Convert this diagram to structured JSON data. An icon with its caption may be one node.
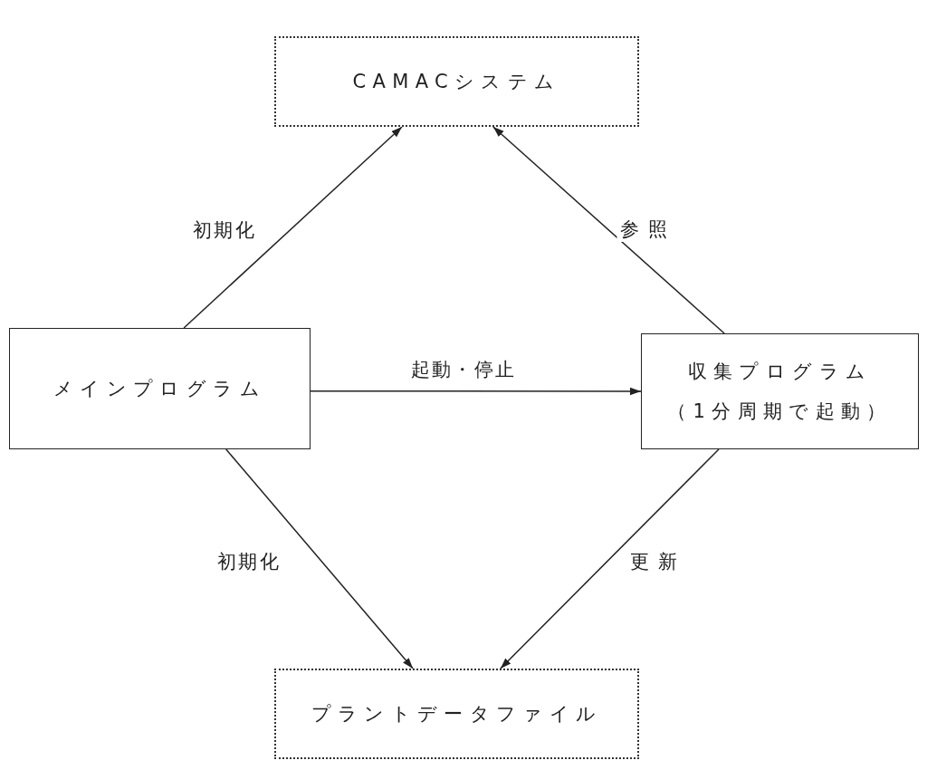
{
  "diagram": {
    "nodes": [
      {
        "text": [
          "CAMACシステム"
        ]
      },
      {
        "text": [
          "メインプログラム"
        ]
      },
      {
        "text": [
          "収集プログラム",
          "（1分周期で起動）"
        ]
      },
      {
        "text": [
          "プラントデータファイル"
        ]
      }
    ],
    "edges": [
      {
        "from": 1,
        "to": 0,
        "arrow": "to",
        "label": "初期化"
      },
      {
        "from": 2,
        "to": 0,
        "arrow": "to",
        "label": "参 照"
      },
      {
        "from": 1,
        "to": 2,
        "arrow": "to",
        "label": "起動・停止"
      },
      {
        "from": 1,
        "to": 3,
        "arrow": "to",
        "label": "初期化"
      },
      {
        "from": 2,
        "to": 3,
        "arrow": "to",
        "label": "更 新"
      }
    ]
  }
}
